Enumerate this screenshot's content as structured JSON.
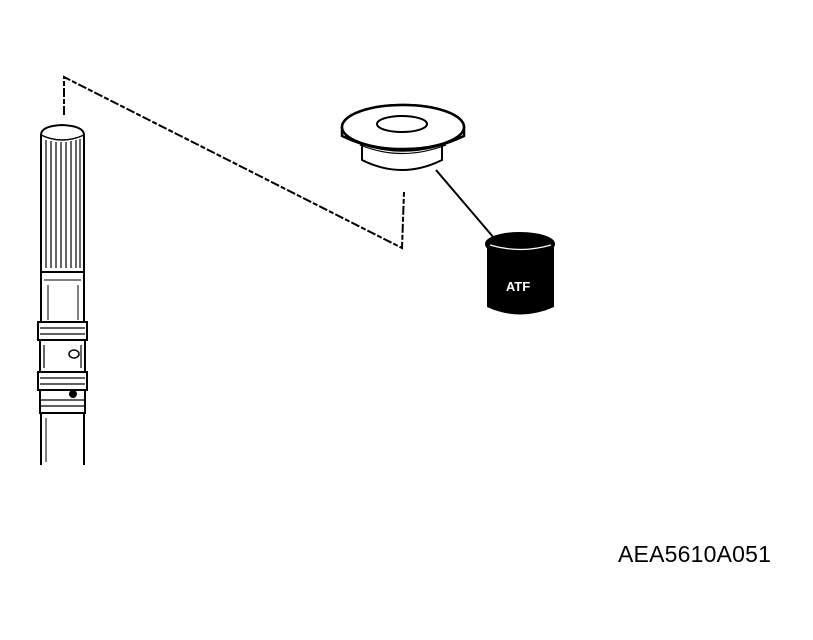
{
  "diagram": {
    "figure_code": "AEA5610A051",
    "fluid_label": "ATF",
    "parts": [
      "shaft-assembly",
      "seal-ring",
      "fluid-can"
    ],
    "colors": {
      "line": "#000000",
      "background": "#ffffff",
      "can": "#000000",
      "can_text": "#ffffff"
    }
  }
}
